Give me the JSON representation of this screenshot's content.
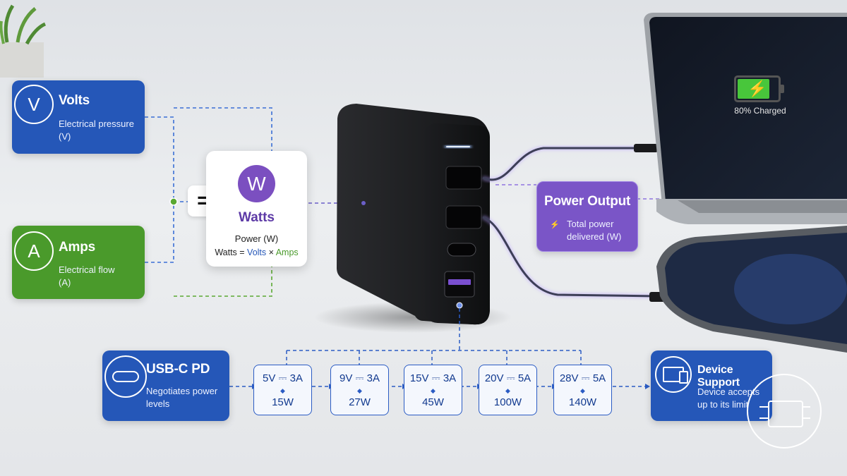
{
  "volts_card": {
    "title": "Volts",
    "symbol": "V",
    "subtitle": "Electrical pressure\n(V)",
    "color": "#2557b8"
  },
  "amps_card": {
    "title": "Amps",
    "symbol": "A",
    "subtitle": "Electrical flow\n(A)",
    "color": "#4a9a2b"
  },
  "equals": "=",
  "watts_card": {
    "symbol": "W",
    "title": "Watts",
    "subtitle": "Power (W)",
    "formula_prefix": "Watts = ",
    "formula_volts": "Volts",
    "formula_times": " × ",
    "formula_amps": "Amps",
    "color": "#7b4fc0"
  },
  "power_output_card": {
    "title": "Power Output",
    "subtitle": "Total power\ndelivered (W)",
    "color": "#7a55c7"
  },
  "laptop_screen": {
    "status": "80% Charged",
    "battery_level": 0.8
  },
  "usbc_card": {
    "title": "USB-C PD",
    "subtitle": "Negotiates power\nlevels",
    "color": "#2557b8"
  },
  "power_levels": [
    {
      "voltage_current": "5V ⎓ 3A",
      "watts": "15W"
    },
    {
      "voltage_current": "9V ⎓ 3A",
      "watts": "27W"
    },
    {
      "voltage_current": "15V ⎓ 3A",
      "watts": "45W"
    },
    {
      "voltage_current": "20V ⎓ 5A",
      "watts": "100W"
    },
    {
      "voltage_current": "28V ⎓ 5A",
      "watts": "140W"
    }
  ],
  "device_support_card": {
    "title": "Device Support",
    "subtitle": "Device accepts\nup to its limit",
    "color": "#2557b8"
  },
  "icons": [
    "volt-icon",
    "amp-icon",
    "watt-icon",
    "usb-c-port-icon",
    "devices-icon",
    "battery-icon",
    "lightning-icon",
    "chip-badge-icon"
  ]
}
